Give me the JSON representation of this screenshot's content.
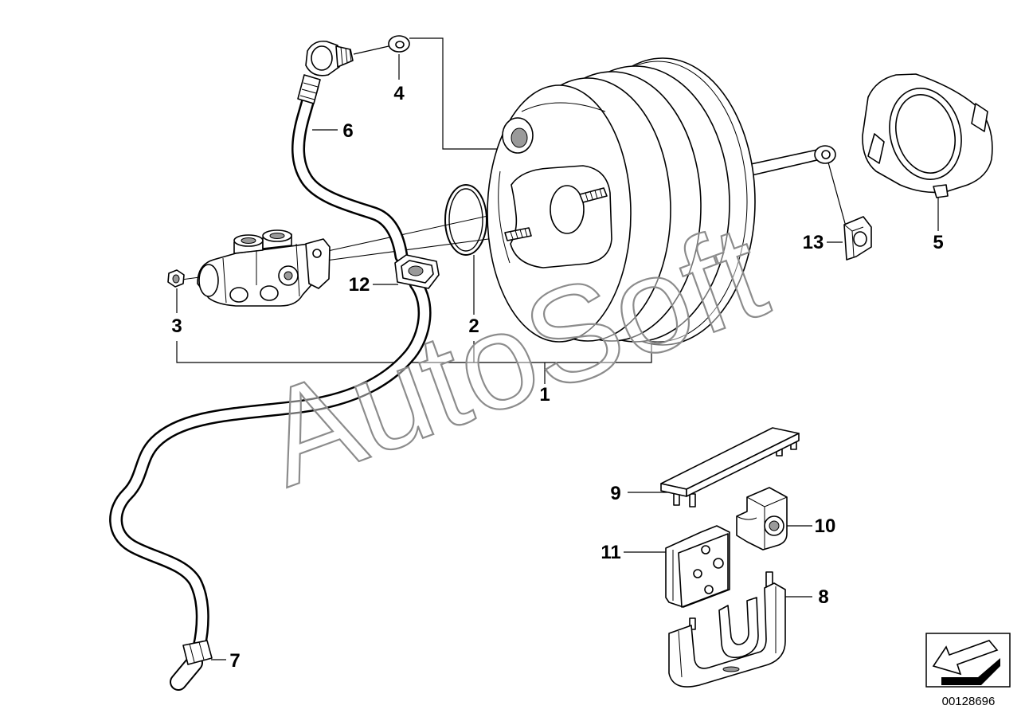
{
  "diagram": {
    "callouts": [
      "1",
      "2",
      "3",
      "4",
      "5",
      "6",
      "7",
      "8",
      "9",
      "10",
      "11",
      "12",
      "13"
    ],
    "drawing_number": "00128696",
    "watermark": "AutoSoft"
  },
  "icons": {
    "orientation_symbol": "arrow-down-left-icon"
  }
}
